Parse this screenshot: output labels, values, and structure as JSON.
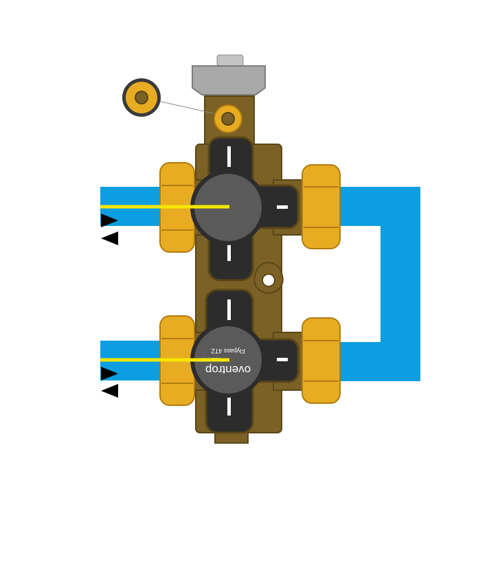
{
  "brand": {
    "name": "oventrop",
    "product": "Flypass 4TZ",
    "made_in": "Made in ..."
  },
  "colors": {
    "pipe": "#0c9ee0",
    "body": "#7b6125",
    "body_shadow": "#5a4617",
    "brass": "#e8ac22",
    "brass_dark": "#b07c10",
    "handle": "#2c2c2c",
    "knob": "#5a5a5a",
    "indicator": "#f6e600",
    "cap": "#a9a9a9",
    "arrow": "#000000"
  },
  "icons": {
    "flow_in": "arrow-right-icon",
    "flow_out": "arrow-left-icon",
    "callout": "magnified-port-icon"
  }
}
